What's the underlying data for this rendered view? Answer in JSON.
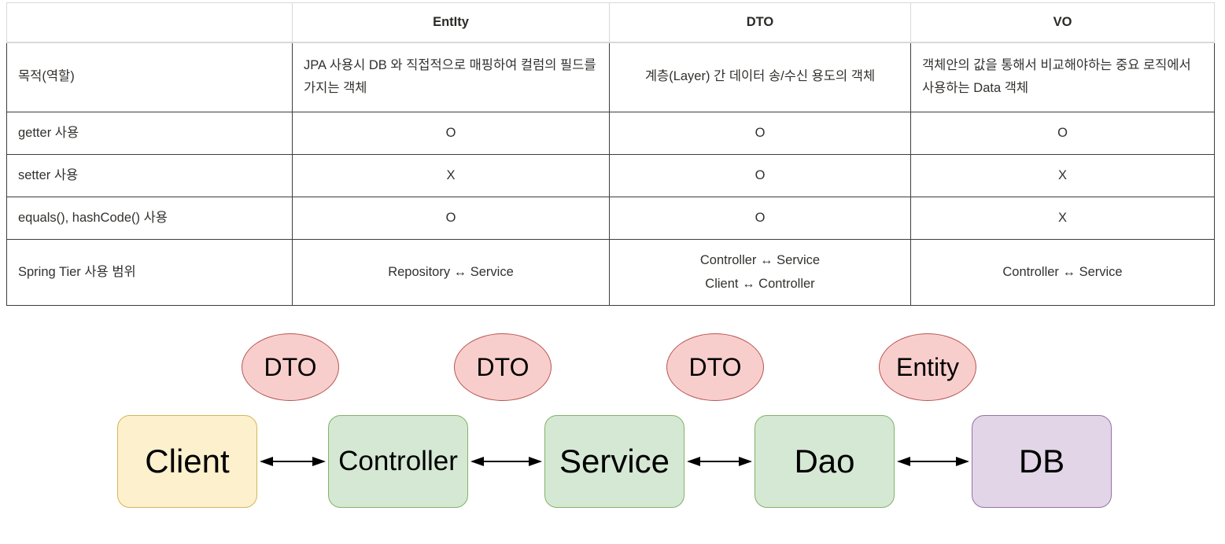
{
  "table": {
    "headers": [
      "",
      "EntIty",
      "DTO",
      "VO"
    ],
    "rows": [
      [
        "목적(역할)",
        "JPA 사용시 DB 와 직접적으로 매핑하여 컬럼의 필드를 가지는 객체",
        "계층(Layer) 간 데이터 송/수신 용도의 객체",
        "객체안의 값을 통해서 비교해야하는 중요 로직에서 사용하는 Data 객체"
      ],
      [
        "getter 사용",
        "O",
        "O",
        "O"
      ],
      [
        "setter 사용",
        "X",
        "O",
        "X"
      ],
      [
        "equals(), hashCode() 사용",
        "O",
        "O",
        "X"
      ],
      [
        "Spring Tier 사용 범위",
        "Repository ↔ Service",
        [
          "Controller ↔ Service",
          "Client ↔ Controller"
        ],
        "Controller ↔ Service"
      ]
    ]
  },
  "diagram": {
    "ovals": [
      "DTO",
      "DTO",
      "DTO",
      "Entity"
    ],
    "boxes": [
      "Client",
      "Controller",
      "Service",
      "Dao",
      "DB"
    ],
    "connector": "double-headed-arrow",
    "colors": {
      "client_fill": "#fdf0cd",
      "client_border": "#d6b656",
      "layer_fill": "#d5e8d4",
      "layer_border": "#82b366",
      "db_fill": "#e1d5e7",
      "db_border": "#9673a6",
      "oval_fill": "#f8cecc",
      "oval_border": "#b85450",
      "arrow": "#000000"
    }
  }
}
